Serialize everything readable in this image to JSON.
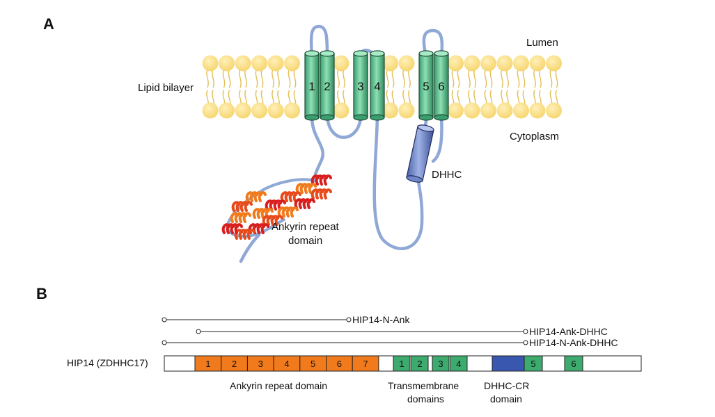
{
  "panel_a": {
    "label": "A",
    "lumen": "Lumen",
    "cytoplasm": "Cytoplasm",
    "lipid_bilayer": "Lipid bilayer",
    "dhhc": "DHHC",
    "ankyrin_line1": "Ankyrin repeat",
    "ankyrin_line2": "domain",
    "helices": [
      "1",
      "2",
      "3",
      "4",
      "5",
      "6"
    ]
  },
  "panel_b": {
    "label": "B",
    "protein_label": "HIP14 (ZDHHC17)",
    "constructs": [
      "HIP14-N-Ank",
      "HIP14-Ank-DHHC",
      "HIP14-N-Ank-DHHC"
    ],
    "ankyrin_boxes": [
      "1",
      "2",
      "3",
      "4",
      "5",
      "6",
      "7"
    ],
    "tm_boxes_a": [
      "1",
      "2",
      "3",
      "4"
    ],
    "tm_box_5": "5",
    "tm_box_6": "6",
    "ankyrin_domain_label": "Ankyrin repeat domain",
    "tm_label_line1": "Transmembrane",
    "tm_label_line2": "domains",
    "dhhc_cr_line1": "DHHC-CR",
    "dhhc_cr_line2": "domain"
  },
  "colors": {
    "lipid_head": "#FBDD7E",
    "lipid_tail": "#E9C760",
    "helix": "#5FC493",
    "loop": "#8FA8D6",
    "dhhc_cylinder": "#6F86C9",
    "ankyrin_orange": "#F07A1C",
    "tm_green": "#3DAA6E",
    "dhhc_blue": "#3A57B0"
  }
}
